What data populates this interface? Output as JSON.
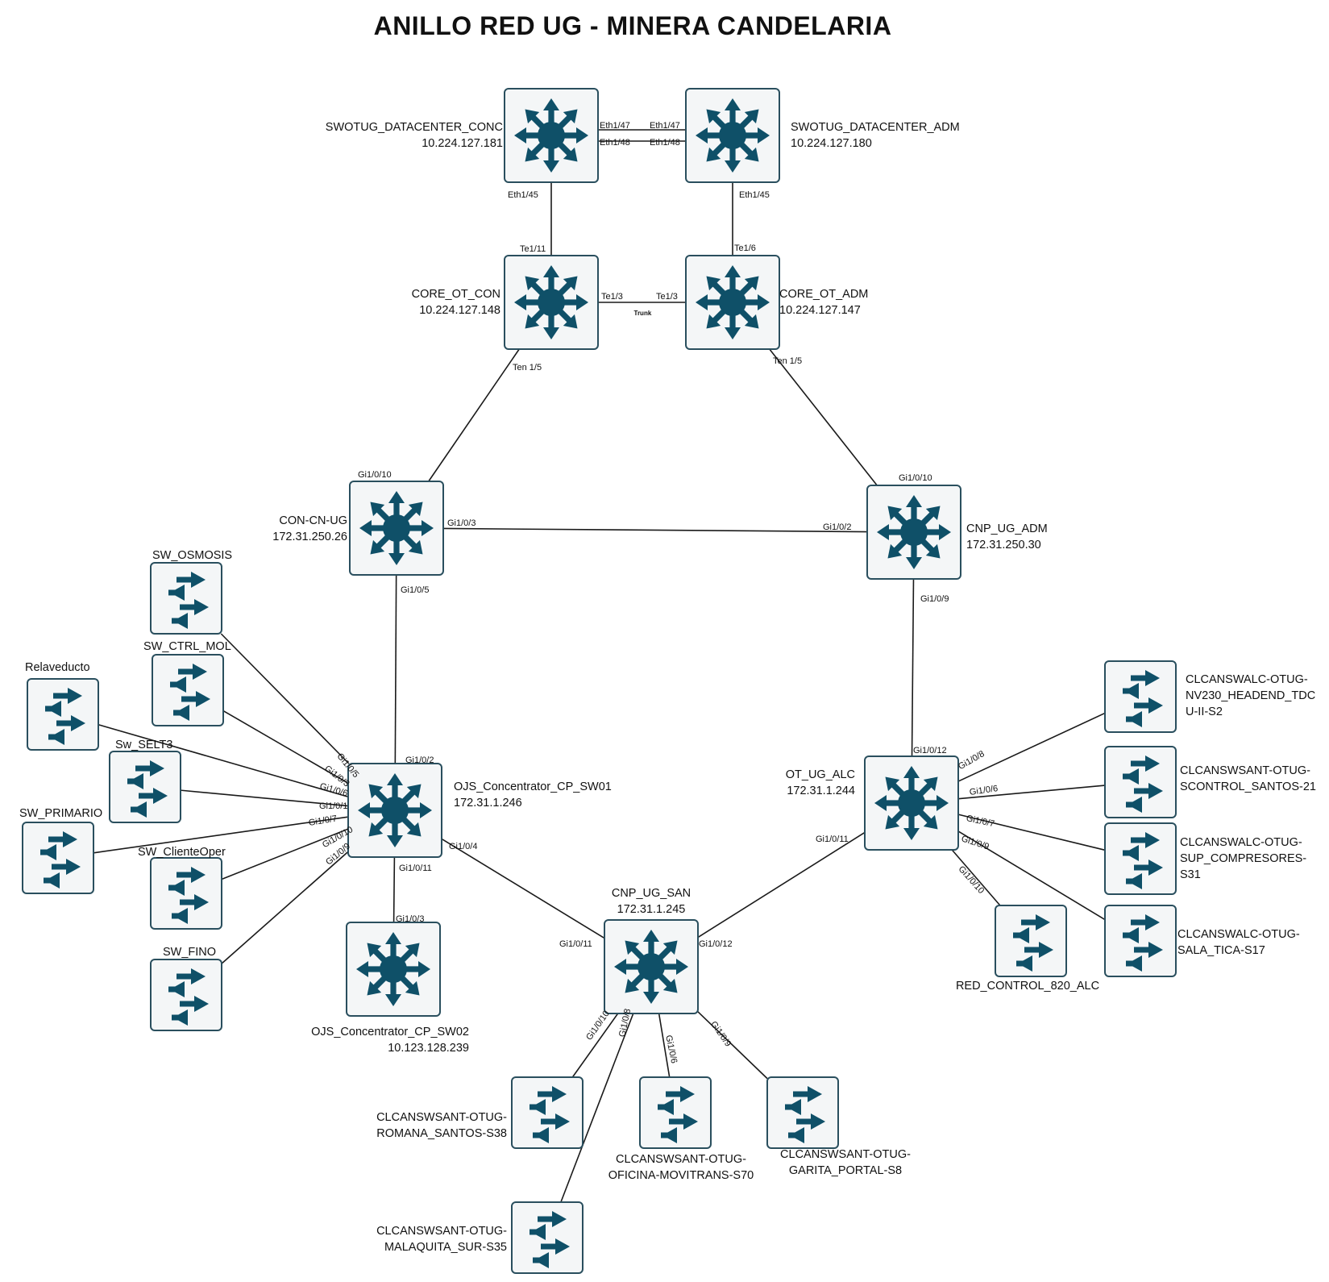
{
  "title": "ANILLO RED UG - MINERA CANDELARIA",
  "colors": {
    "device_fill": "#0f5068",
    "device_bg": "#f4f6f7",
    "device_border": "#2a4f5e",
    "link": "#1a1a1a"
  },
  "devices": [
    {
      "id": "dc_conc",
      "icon": "multilayer-switch-icon",
      "name": "SWOTUG_DATACENTER_CONC",
      "ip": "10.224.127.181"
    },
    {
      "id": "dc_adm",
      "icon": "multilayer-switch-icon",
      "name": "SWOTUG_DATACENTER_ADM",
      "ip": "10.224.127.180"
    },
    {
      "id": "core_con",
      "icon": "multilayer-switch-icon",
      "name": "CORE_OT_CON",
      "ip": "10.224.127.148"
    },
    {
      "id": "core_adm",
      "icon": "multilayer-switch-icon",
      "name": "CORE_OT_ADM",
      "ip": "10.224.127.147"
    },
    {
      "id": "con_cn",
      "icon": "multilayer-switch-icon",
      "name": "CON-CN-UG",
      "ip": "172.31.250.26"
    },
    {
      "id": "cnp_adm",
      "icon": "multilayer-switch-icon",
      "name": "CNP_UG_ADM",
      "ip": "172.31.250.30"
    },
    {
      "id": "ojs1",
      "icon": "multilayer-switch-icon",
      "name": "OJS_Concentrator_CP_SW01",
      "ip": "172.31.1.246"
    },
    {
      "id": "ojs2",
      "icon": "multilayer-switch-icon",
      "name": "OJS_Concentrator_CP_SW02",
      "ip": "10.123.128.239"
    },
    {
      "id": "ot_alc",
      "icon": "multilayer-switch-icon",
      "name": "OT_UG_ALC",
      "ip": "172.31.1.244"
    },
    {
      "id": "cnp_san",
      "icon": "multilayer-switch-icon",
      "name": "CNP_UG_SAN",
      "ip": "172.31.1.245"
    },
    {
      "id": "osmosis",
      "icon": "workgroup-switch-icon",
      "name": "SW_OSMOSIS"
    },
    {
      "id": "ctrl_mol",
      "icon": "workgroup-switch-icon",
      "name": "SW_CTRL_MOL"
    },
    {
      "id": "relave",
      "icon": "workgroup-switch-icon",
      "name": "Relaveducto"
    },
    {
      "id": "selt3",
      "icon": "workgroup-switch-icon",
      "name": "Sw_SELT3"
    },
    {
      "id": "primario",
      "icon": "workgroup-switch-icon",
      "name": "SW_PRIMARIO"
    },
    {
      "id": "cliente",
      "icon": "workgroup-switch-icon",
      "name": "SW_ClienteOper"
    },
    {
      "id": "fino",
      "icon": "workgroup-switch-icon",
      "name": "SW_FINO"
    },
    {
      "id": "nv230",
      "icon": "workgroup-switch-icon",
      "name_lines": [
        "CLCANSWALC-OTUG-",
        "NV230_HEADEND_TDC",
        "U-II-S2"
      ]
    },
    {
      "id": "scontrol",
      "icon": "workgroup-switch-icon",
      "name_lines": [
        "CLCANSWSANT-OTUG-",
        "SCONTROL_SANTOS-21"
      ]
    },
    {
      "id": "compresores",
      "icon": "workgroup-switch-icon",
      "name_lines": [
        "CLCANSWALC-OTUG-",
        "SUP_COMPRESORES-",
        "S31"
      ]
    },
    {
      "id": "sala_tica",
      "icon": "workgroup-switch-icon",
      "name_lines": [
        "CLCANSWALC-OTUG-",
        "SALA_TICA-S17"
      ]
    },
    {
      "id": "red_control",
      "icon": "workgroup-switch-icon",
      "name": "RED_CONTROL_820_ALC"
    },
    {
      "id": "romana",
      "icon": "workgroup-switch-icon",
      "name_lines": [
        "CLCANSWSANT-OTUG-",
        "ROMANA_SANTOS-S38"
      ]
    },
    {
      "id": "malaquita",
      "icon": "workgroup-switch-icon",
      "name_lines": [
        "CLCANSWSANT-OTUG-",
        "MALAQUITA_SUR-S35"
      ]
    },
    {
      "id": "oficina",
      "icon": "workgroup-switch-icon",
      "name_lines": [
        "CLCANSWSANT-OTUG-",
        "OFICINA-MOVITRANS-S70"
      ]
    },
    {
      "id": "garita",
      "icon": "workgroup-switch-icon",
      "name_lines": [
        "CLCANSWSANT-OTUG-",
        "GARITA_PORTAL-S8"
      ]
    }
  ],
  "links": [
    {
      "id": "dcconc-dcadm-a",
      "from": "dc_conc",
      "to": "dc_adm",
      "from_port": "Eth1/47",
      "to_port": "Eth1/47"
    },
    {
      "id": "dcconc-dcadm-b",
      "from": "dc_conc",
      "to": "dc_adm",
      "from_port": "Eth1/48",
      "to_port": "Eth1/48"
    },
    {
      "id": "dcconc-corecon",
      "from": "dc_conc",
      "to": "core_con",
      "from_port": "Eth1/45",
      "to_port": "Te1/11"
    },
    {
      "id": "dcadm-coreadm",
      "from": "dc_adm",
      "to": "core_adm",
      "from_port": "Eth1/45",
      "to_port": "Te1/6"
    },
    {
      "id": "corecon-coreadm",
      "from": "core_con",
      "to": "core_adm",
      "from_port": "Te1/3",
      "to_port": "Te1/3",
      "note": "Trunk"
    },
    {
      "id": "corecon-concn",
      "from": "core_con",
      "to": "con_cn",
      "from_port": "Ten 1/5",
      "to_port": "Gi1/0/10"
    },
    {
      "id": "coreadm-cnpadm",
      "from": "core_adm",
      "to": "cnp_adm",
      "from_port": "Ten 1/5",
      "to_port": "Gi1/0/10"
    },
    {
      "id": "concn-cnpadm",
      "from": "con_cn",
      "to": "cnp_adm",
      "from_port": "Gi1/0/3",
      "to_port": "Gi1/0/2"
    },
    {
      "id": "concn-ojs1",
      "from": "con_cn",
      "to": "ojs1",
      "from_port": "Gi1/0/5",
      "to_port": "Gi1/0/2"
    },
    {
      "id": "cnpadm-otalc",
      "from": "cnp_adm",
      "to": "ot_alc",
      "from_port": "Gi1/0/9",
      "to_port": "Gi1/0/12"
    },
    {
      "id": "ojs1-cnpsan",
      "from": "ojs1",
      "to": "cnp_san",
      "from_port": "Gi1/0/4",
      "to_port": "Gi1/0/11"
    },
    {
      "id": "otalc-cnpsan",
      "from": "ot_alc",
      "to": "cnp_san",
      "from_port": "Gi1/0/11",
      "to_port": "Gi1/0/12"
    },
    {
      "id": "ojs1-ojs2",
      "from": "ojs1",
      "to": "ojs2",
      "from_port": "Gi1/0/11",
      "to_port": "Gi1/0/3"
    },
    {
      "id": "ojs1-osmosis",
      "from": "ojs1",
      "to": "osmosis",
      "from_port": "Gi1/0/5"
    },
    {
      "id": "ojs1-ctrlmol",
      "from": "ojs1",
      "to": "ctrl_mol",
      "from_port": "Gi1/0/3"
    },
    {
      "id": "ojs1-relave",
      "from": "ojs1",
      "to": "relave",
      "from_port": "Gi1/0/6"
    },
    {
      "id": "ojs1-selt3",
      "from": "ojs1",
      "to": "selt3",
      "from_port": "Gi1/0/1"
    },
    {
      "id": "ojs1-primario",
      "from": "ojs1",
      "to": "primario",
      "from_port": "Gi1/0/7"
    },
    {
      "id": "ojs1-cliente",
      "from": "ojs1",
      "to": "cliente",
      "from_port": "Gi1/0/10"
    },
    {
      "id": "ojs1-fino",
      "from": "ojs1",
      "to": "fino",
      "from_port": "Gi1/0/9"
    },
    {
      "id": "otalc-nv230",
      "from": "ot_alc",
      "to": "nv230",
      "from_port": "Gi1/0/8"
    },
    {
      "id": "otalc-scontrol",
      "from": "ot_alc",
      "to": "scontrol",
      "from_port": "Gi1/0/6"
    },
    {
      "id": "otalc-compresores",
      "from": "ot_alc",
      "to": "compresores",
      "from_port": "Gi1/0/7"
    },
    {
      "id": "otalc-salatica",
      "from": "ot_alc",
      "to": "sala_tica",
      "from_port": "Gi1/0/9"
    },
    {
      "id": "otalc-redcontrol",
      "from": "ot_alc",
      "to": "red_control",
      "from_port": "Gi1/0/10"
    },
    {
      "id": "cnpsan-romana",
      "from": "cnp_san",
      "to": "romana",
      "from_port": "Gi1/0/10"
    },
    {
      "id": "cnpsan-malaquita",
      "from": "cnp_san",
      "to": "malaquita",
      "from_port": "Gi1/0/8"
    },
    {
      "id": "cnpsan-oficina",
      "from": "cnp_san",
      "to": "oficina",
      "from_port": "Gi1/0/6"
    },
    {
      "id": "cnpsan-garita",
      "from": "cnp_san",
      "to": "garita",
      "from_port": "Gi1/0/9"
    }
  ]
}
